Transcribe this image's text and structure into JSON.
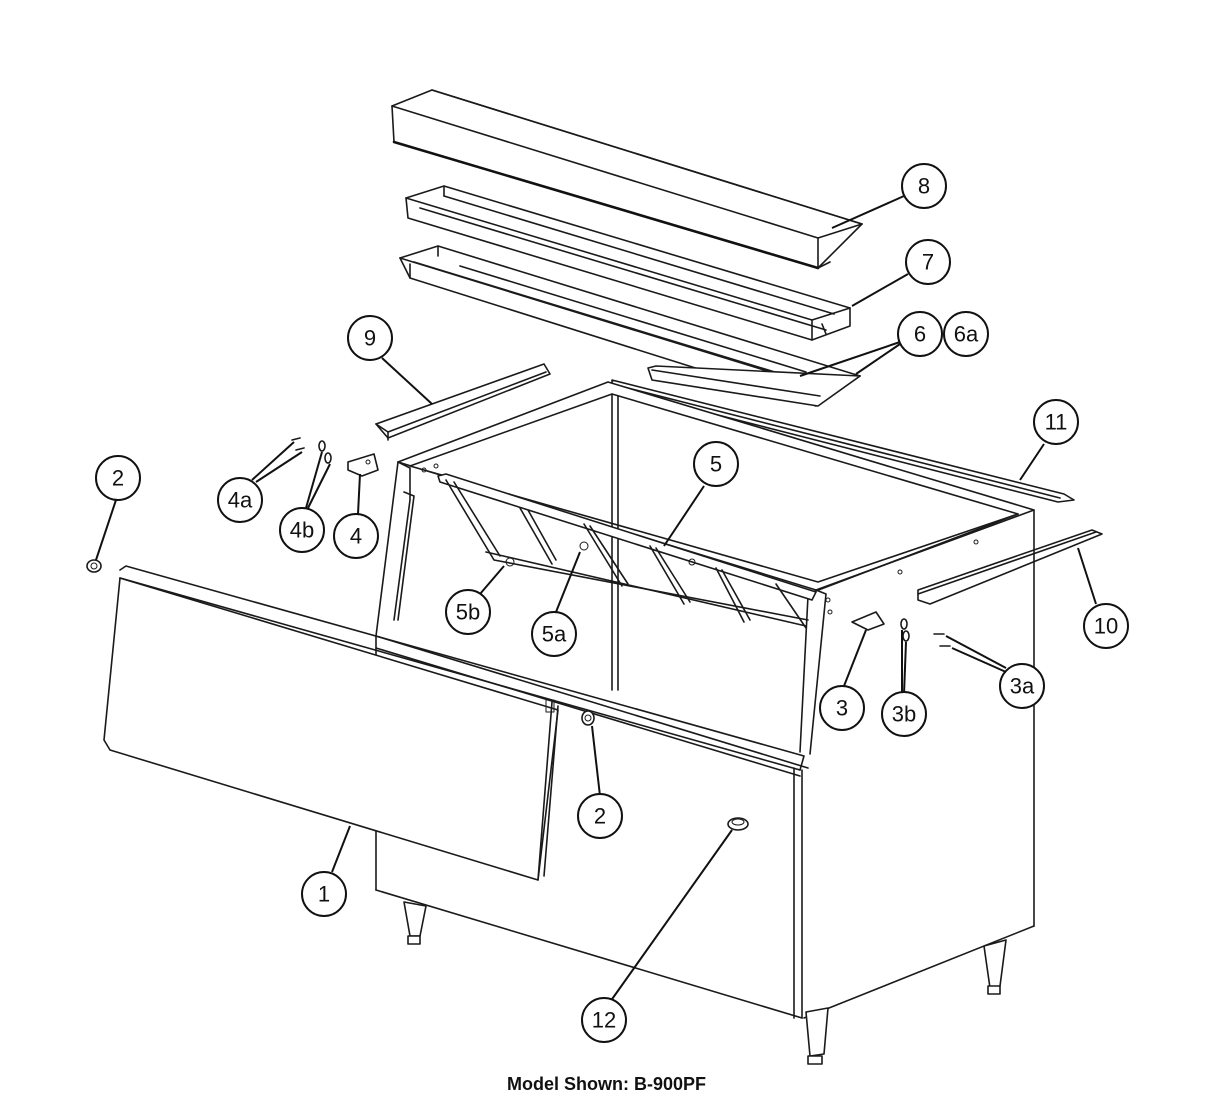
{
  "caption": "Model Shown:  B-900PF",
  "callouts": {
    "c1": "1",
    "c2_left": "2",
    "c2_mid": "2",
    "c3": "3",
    "c3a": "3a",
    "c3b": "3b",
    "c4": "4",
    "c4a": "4a",
    "c4b": "4b",
    "c5": "5",
    "c5a": "5a",
    "c5b": "5b",
    "c6": "6",
    "c6a": "6a",
    "c7": "7",
    "c8": "8",
    "c9": "9",
    "c10": "10",
    "c11": "11",
    "c12": "12"
  }
}
